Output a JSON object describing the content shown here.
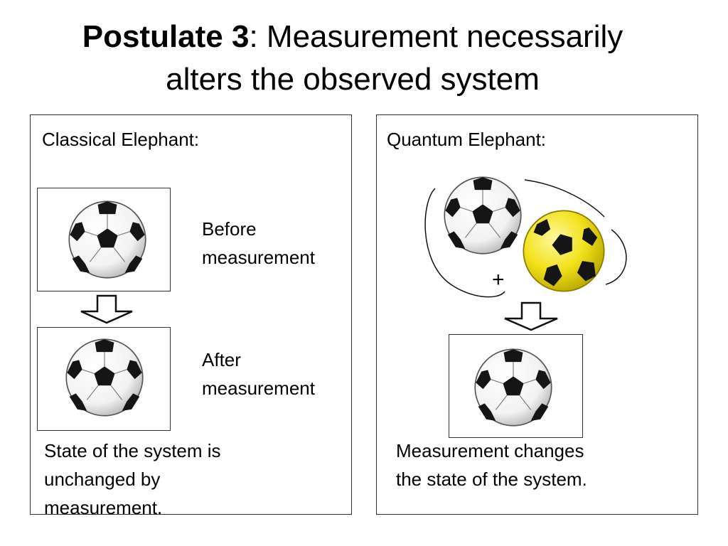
{
  "title": {
    "bold": "Postulate 3",
    "rest": ": Measurement necessarily",
    "line2": "alters the observed system"
  },
  "classical": {
    "heading": "Classical Elephant:",
    "before_line1": "Before",
    "before_line2": "measurement",
    "after_line1": "After",
    "after_line2": "measurement",
    "caption_line1": "State of the system is",
    "caption_line2": "unchanged by",
    "caption_line3": "measurement."
  },
  "quantum": {
    "heading": "Quantum Elephant:",
    "plus": "+",
    "caption_line1": "Measurement changes",
    "caption_line2": "the state of the system."
  },
  "colors": {
    "white_ball": "#ffffff",
    "yellow_ball": "#f2e21a",
    "patch": "#111111"
  }
}
